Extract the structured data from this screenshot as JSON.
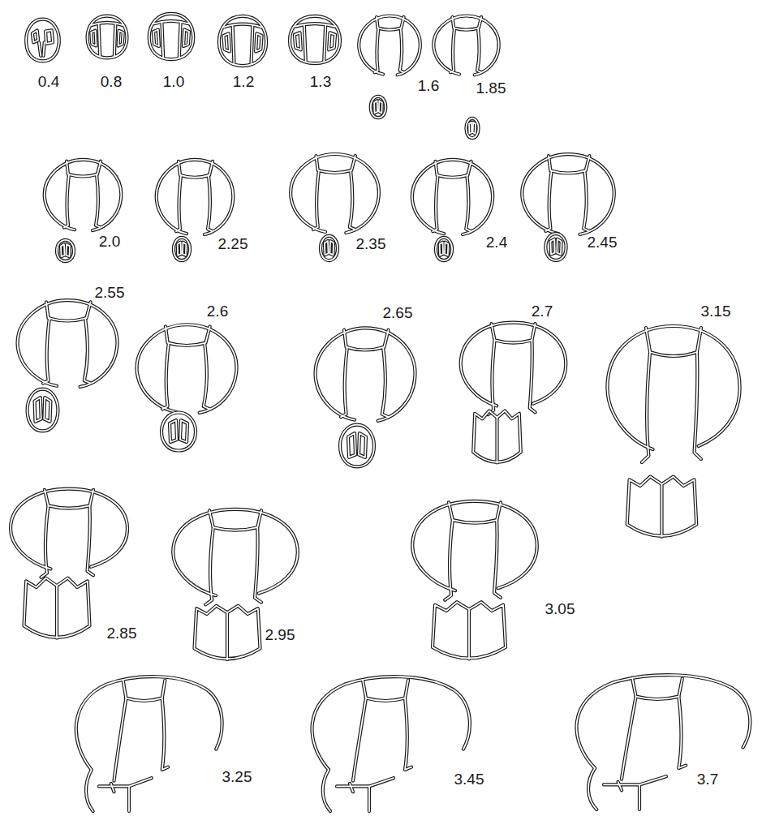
{
  "diagram": {
    "labels": [
      "0.4",
      "0.8",
      "1.0",
      "1.2",
      "1.3",
      "1.6",
      "1.85",
      "2.0",
      "2.25",
      "2.35",
      "2.4",
      "2.45",
      "2.55",
      "2.6",
      "2.65",
      "2.7",
      "3.15",
      "2.85",
      "2.95",
      "3.05",
      "3.25",
      "3.45",
      "3.7"
    ]
  }
}
